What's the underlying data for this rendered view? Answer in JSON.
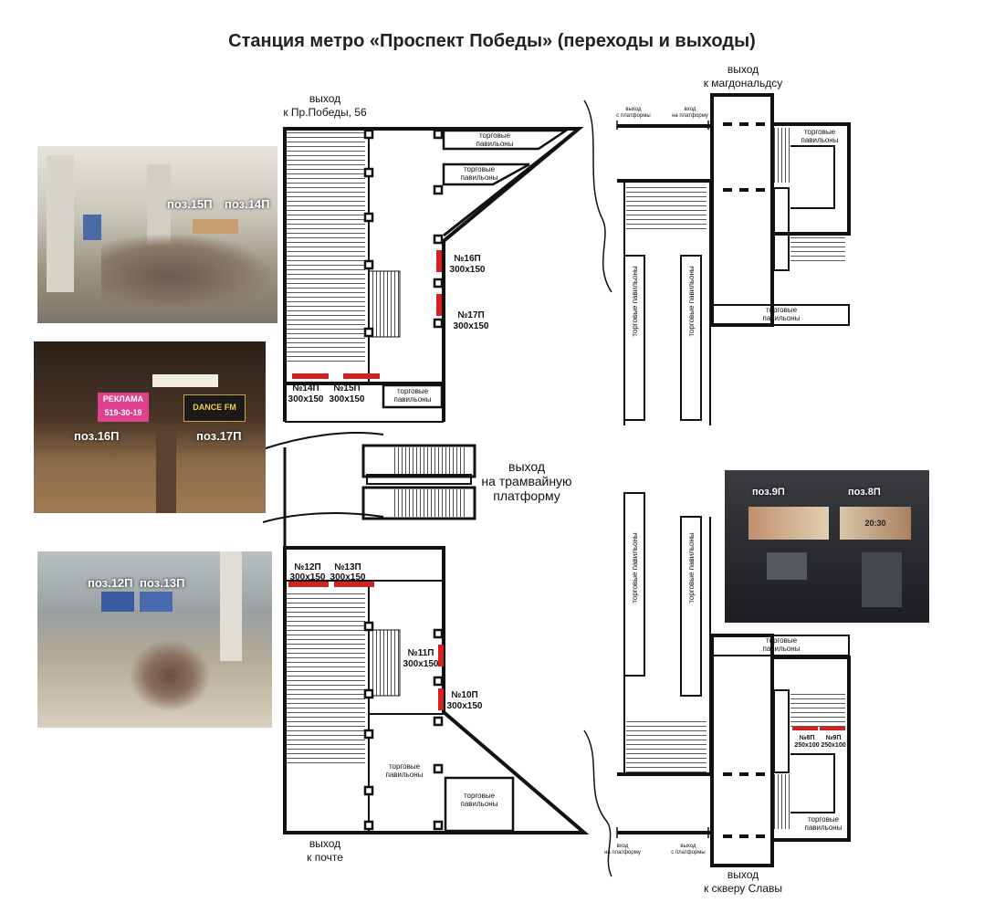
{
  "title": "Станция метро «Проспект Победы» (переходы и выходы)",
  "exits": {
    "pobedy": [
      "выход",
      "к Пр.Победы, 56"
    ],
    "mcd": [
      "выход",
      "к магдональдсу"
    ],
    "tram": [
      "выход",
      "на трамвайную",
      "платформу"
    ],
    "post": [
      "выход",
      "к почте"
    ],
    "square": [
      "выход",
      "к скверу Славы"
    ]
  },
  "pavilion": [
    "торговые",
    "павильоны"
  ],
  "pavilion_vertical": "торговые павильоны",
  "small": {
    "exit_from_platform": [
      "выход",
      "с платформы"
    ],
    "entry_to_platform": [
      "вход",
      "на платформу"
    ]
  },
  "positions": [
    {
      "id": "№16П",
      "size": "300х150"
    },
    {
      "id": "№17П",
      "size": "300х150"
    },
    {
      "id": "№14П",
      "size": "300х150"
    },
    {
      "id": "№15П",
      "size": "300х150"
    },
    {
      "id": "№12П",
      "size": "300х150"
    },
    {
      "id": "№13П",
      "size": "300х150"
    },
    {
      "id": "№11П",
      "size": "300х150"
    },
    {
      "id": "№10П",
      "size": "300х150"
    },
    {
      "id": "№8П",
      "size": "250х100"
    },
    {
      "id": "№9П",
      "size": "250х100"
    }
  ],
  "photos": {
    "p1": {
      "tags": [
        "поз.15П",
        "поз.14П"
      ]
    },
    "p2": {
      "tags": [
        "поз.16П",
        "поз.17П"
      ],
      "screen1": [
        "РЕКЛАМА",
        "519-30-19"
      ],
      "screen2": [
        "DANCE",
        "FM"
      ]
    },
    "p3": {
      "tags": [
        "поз.12П",
        "поз.13П"
      ]
    },
    "p4": {
      "tags": [
        "поз.9П",
        "поз.8П"
      ],
      "screen": "20:30"
    }
  },
  "colors": {
    "ad_marker": "#d42020",
    "wall": "#111111"
  }
}
